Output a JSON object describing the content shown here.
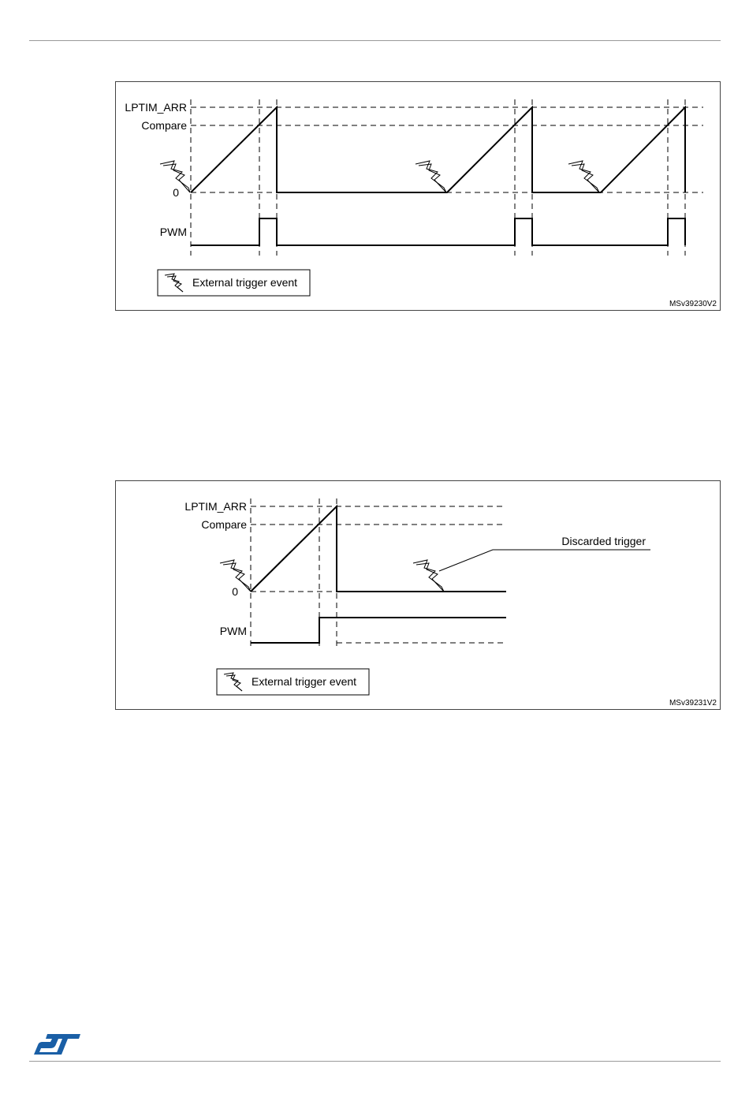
{
  "figure1": {
    "labels": {
      "arr": "LPTIM_ARR",
      "compare": "Compare",
      "zero": "0",
      "pwm": "PWM"
    },
    "legend": "External trigger event",
    "ref": "MSv39230V2"
  },
  "figure2": {
    "labels": {
      "arr": "LPTIM_ARR",
      "compare": "Compare",
      "zero": "0",
      "pwm": "PWM"
    },
    "annotation": "Discarded trigger",
    "legend": "External trigger event",
    "ref": "MSv39231V2"
  },
  "footer": {
    "logo": "ST"
  },
  "colors": {
    "logo_blue": "#1a5fa6",
    "frame": "#444444",
    "rule": "#9a9a9a"
  }
}
